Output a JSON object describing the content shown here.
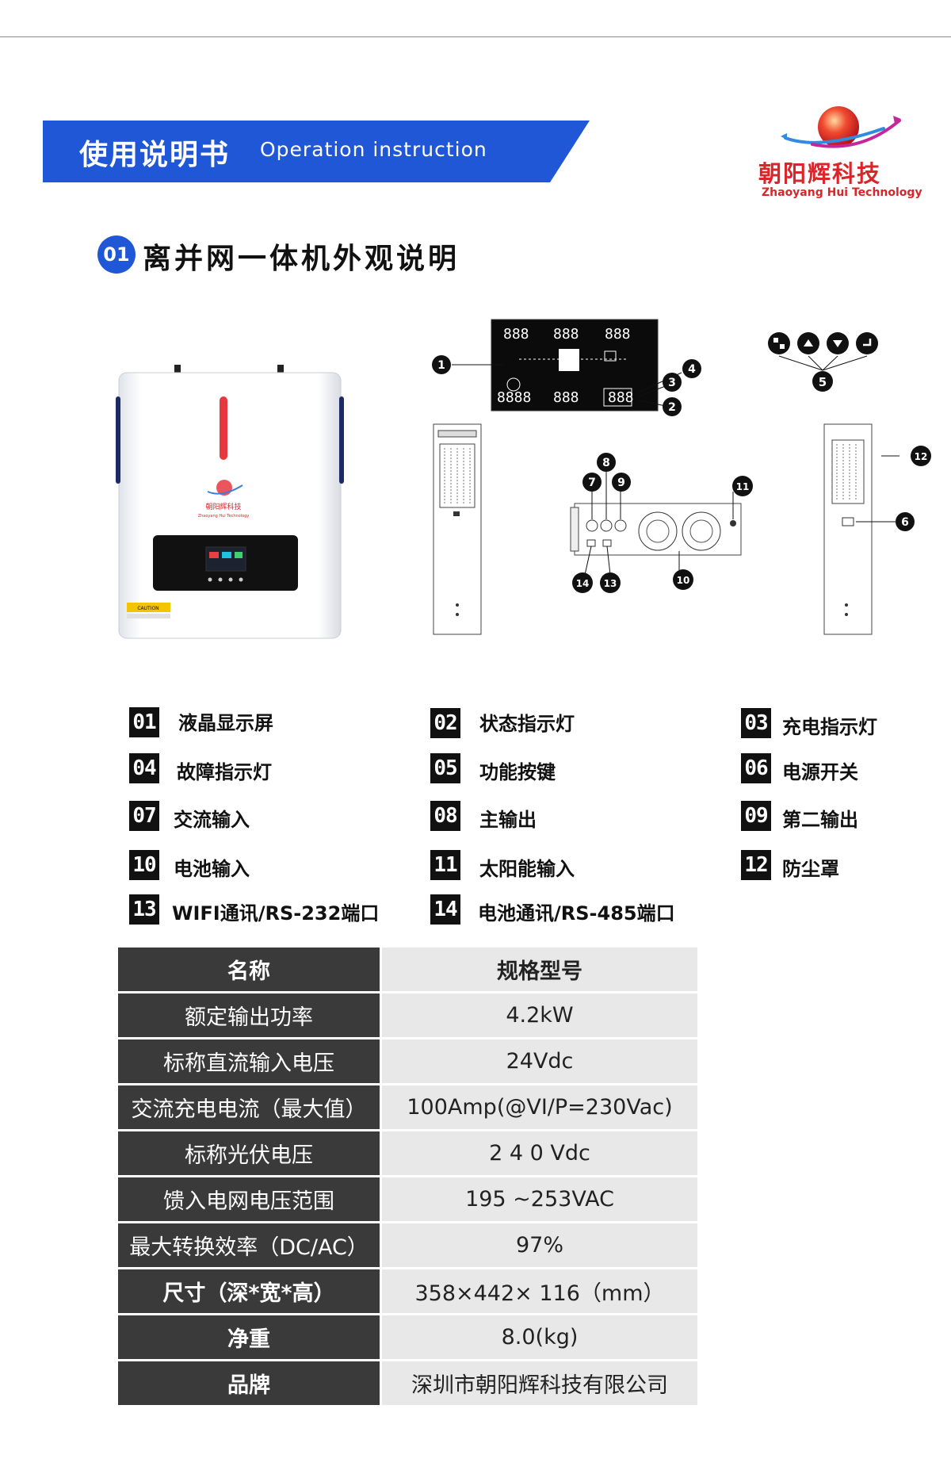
{
  "header": {
    "banner_title_cn": "使用说明书",
    "banner_title_en": "Operation instruction",
    "logo_name_cn": "朝阳辉科技",
    "logo_name_en": "Zhaoyang Hui Technology"
  },
  "section": {
    "number": "01",
    "title": "离并网一体机外观说明"
  },
  "product_image": {
    "brand_text_cn": "朝阳辉科技",
    "brand_text_en": "Zhaoyang Hui Technology",
    "caution_text": "CAUTION"
  },
  "diagram": {
    "lcd_digits": [
      "888",
      "888",
      "888",
      "8888",
      "888",
      "888"
    ],
    "callouts": [
      "1",
      "2",
      "3",
      "4",
      "5",
      "6",
      "7",
      "8",
      "9",
      "10",
      "11",
      "12",
      "13",
      "14"
    ]
  },
  "legend": [
    {
      "num": "01",
      "label": "液晶显示屏"
    },
    {
      "num": "02",
      "label": "状态指示灯"
    },
    {
      "num": "03",
      "label": "充电指示灯"
    },
    {
      "num": "04",
      "label": "故障指示灯"
    },
    {
      "num": "05",
      "label": "功能按键"
    },
    {
      "num": "06",
      "label": "电源开关"
    },
    {
      "num": "07",
      "label": "交流输入"
    },
    {
      "num": "08",
      "label": "主输出"
    },
    {
      "num": "09",
      "label": "第二输出"
    },
    {
      "num": "10",
      "label": "电池输入"
    },
    {
      "num": "11",
      "label": "太阳能输入"
    },
    {
      "num": "12",
      "label": "防尘罩"
    },
    {
      "num": "13",
      "label": "WIFI通讯/RS-232端口"
    },
    {
      "num": "14",
      "label": "电池通讯/RS-485端口"
    }
  ],
  "spec_table": {
    "headers": [
      "名称",
      "规格型号"
    ],
    "rows": [
      {
        "name": "额定输出功率",
        "value": "4.2kW"
      },
      {
        "name": "标称直流输入电压",
        "value": "24Vdc"
      },
      {
        "name": "交流充电电流（最大值）",
        "value": "100Amp(@VI/P=230Vac)"
      },
      {
        "name": "标称光伏电压",
        "value": "2 4 0 Vdc"
      },
      {
        "name": "馈入电网电压范围",
        "value": "195 ~253VAC"
      },
      {
        "name": "最大转换效率（DC/AC）",
        "value": "97%"
      },
      {
        "name": "尺寸（深*宽*高）",
        "value": "358×442×  116（mm）"
      },
      {
        "name": "净重",
        "value": "8.0(kg)"
      },
      {
        "name": "品牌",
        "value": "深圳市朝阳辉科技有限公司"
      }
    ]
  },
  "colors": {
    "banner_blue": "#1f57d6",
    "logo_red": "#d8262b",
    "table_key_bg": "#3a3a3a",
    "table_value_bg": "#e8e8e8"
  }
}
